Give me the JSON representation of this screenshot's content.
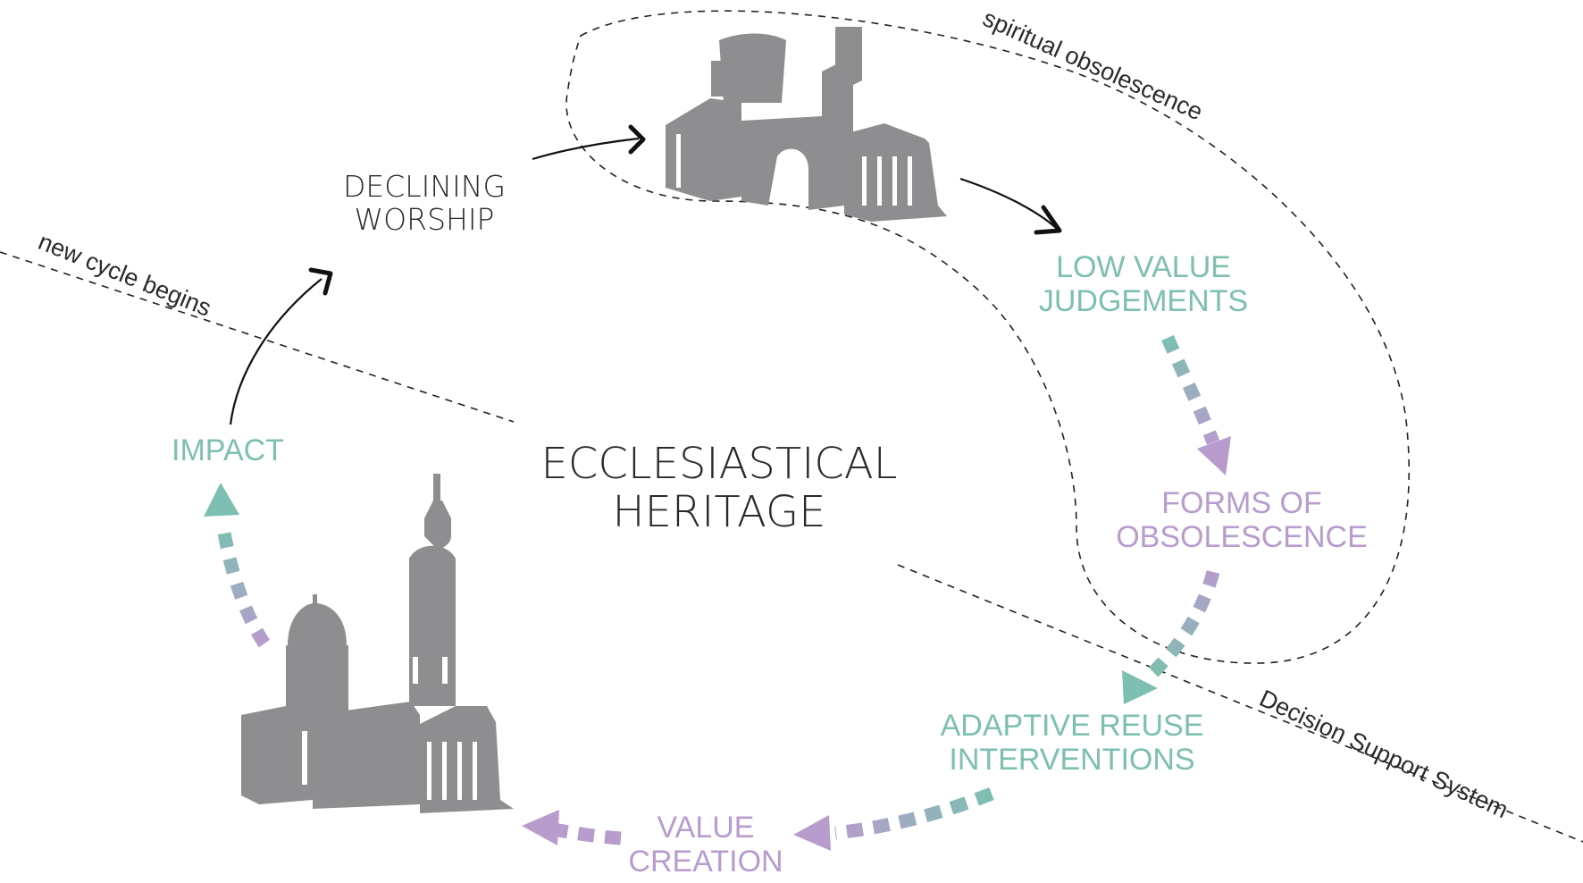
{
  "center": {
    "line1": "ECCLESIASTICAL",
    "line2": "HERITAGE"
  },
  "stages": {
    "declining_worship": {
      "line1": "DECLINING",
      "line2": "WORSHIP"
    },
    "low_value": {
      "line1": "LOW VALUE",
      "line2": "JUDGEMENTS"
    },
    "forms": {
      "line1": "FORMS OF",
      "line2": "OBSOLESCENCE"
    },
    "adaptive": {
      "line1": "ADAPTIVE REUSE",
      "line2": "INTERVENTIONS"
    },
    "value_creation": {
      "line1": "VALUE",
      "line2": "CREATION"
    },
    "impact": {
      "line1": "IMPACT"
    }
  },
  "boundaries": {
    "spiritual": "spiritual obsolescence",
    "new_cycle": "new cycle begins",
    "dss": "Decision Support System"
  },
  "colors": {
    "teal": "#7dbfb1",
    "purple": "#b79ccd",
    "building": "#8e8e90",
    "text": "#2a2a2a"
  }
}
